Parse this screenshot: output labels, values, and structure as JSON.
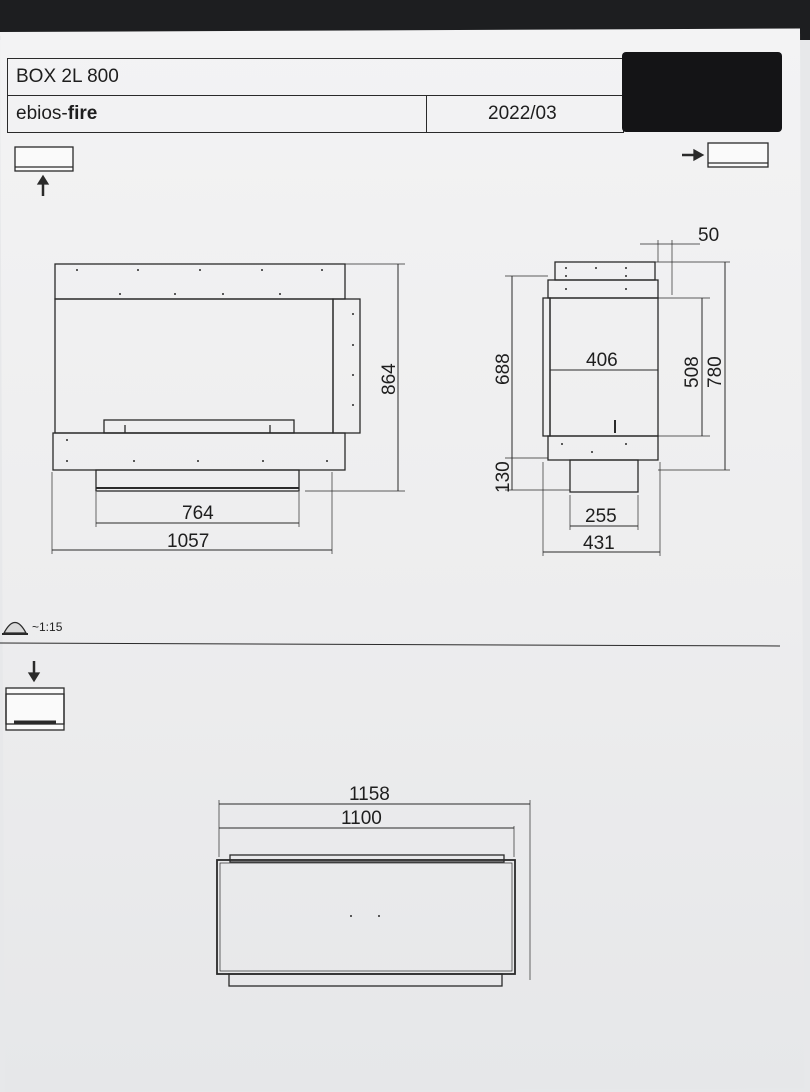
{
  "header": {
    "model": "BOX 2L 800",
    "brand_prefix": "ebios-",
    "brand_bold": "fire",
    "date": "2022/03"
  },
  "front_view": {
    "height_total": "864",
    "width_inner": "764",
    "width_total": "1057"
  },
  "side_view": {
    "offset_top": "50",
    "height_body": "688",
    "width_inner": "406",
    "height_inner": "508",
    "height_total": "780",
    "height_base": "130",
    "width_base": "255",
    "width_total": "431"
  },
  "scale": {
    "label": "~1:15"
  },
  "top_view": {
    "width_total": "1158",
    "width_inner": "1100"
  }
}
